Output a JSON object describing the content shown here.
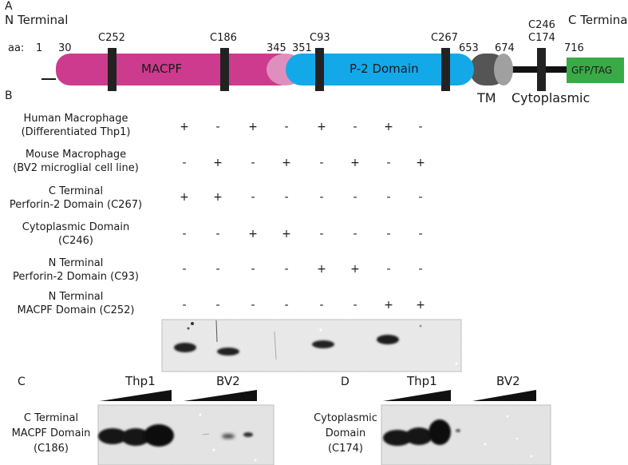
{
  "panels": {
    "a": "A",
    "b": "B",
    "c": "C",
    "d": "D"
  },
  "domain_map": {
    "n_terminal": "N Terminal",
    "c_terminal": "C Terminal",
    "aa_label": "aa:",
    "positions": {
      "p1": "1",
      "p30": "30",
      "p345": "345",
      "p351": "351",
      "p653": "653",
      "p674": "674",
      "p716": "716"
    },
    "antibody_sites": {
      "c252": "C252",
      "c186": "C186",
      "c93": "C93",
      "c267": "C267",
      "c246": "C246",
      "c174": "C174"
    },
    "domains": {
      "macpf": "MACPF",
      "p2": "P-2 Domain",
      "tm": "TM",
      "cytoplasmic": "Cytoplasmic",
      "tag": "GFP/TAG"
    },
    "colors": {
      "macpf": "#cc3b8d",
      "macpf_end": "#df8fbe",
      "p2": "#13a9e9",
      "tm": "#555555",
      "tm_end": "#a0a0a0",
      "tag": "#3aaa47",
      "site_bar": "#222222"
    }
  },
  "panel_b": {
    "rows": [
      {
        "line1": "Human Macrophage",
        "line2": "(Differentiated Thp1)",
        "marks": [
          "+",
          "-",
          "+",
          "-",
          "+",
          "-",
          "+",
          "-"
        ]
      },
      {
        "line1": "Mouse Macrophage",
        "line2": "(BV2 microglial cell line)",
        "marks": [
          "-",
          "+",
          "-",
          "+",
          "-",
          "+",
          "-",
          "+"
        ]
      },
      {
        "line1": "C Terminal",
        "line2": "Perforin-2 Domain (C267)",
        "marks": [
          "+",
          "+",
          "-",
          "-",
          "-",
          "-",
          "-",
          "-"
        ]
      },
      {
        "line1": "Cytoplasmic Domain",
        "line2": "(C246)",
        "marks": [
          "-",
          "-",
          "+",
          "+",
          "-",
          "-",
          "-",
          "-"
        ]
      },
      {
        "line1": "N Terminal",
        "line2": "Perforin-2 Domain (C93)",
        "marks": [
          "-",
          "-",
          "-",
          "-",
          "+",
          "+",
          "-",
          "-"
        ]
      },
      {
        "line1": "N Terminal",
        "line2": "MACPF Domain (C252)",
        "marks": [
          "-",
          "-",
          "-",
          "-",
          "-",
          "-",
          "+",
          "+"
        ]
      }
    ]
  },
  "panel_c": {
    "group1": "Thp1",
    "group2": "BV2",
    "label_line1": "C Terminal",
    "label_line2": "MACPF Domain",
    "label_line3": "(C186)"
  },
  "panel_d": {
    "group1": "Thp1",
    "group2": "BV2",
    "label_line1": "Cytoplasmic",
    "label_line2": "Domain",
    "label_line3": "(C174)"
  }
}
